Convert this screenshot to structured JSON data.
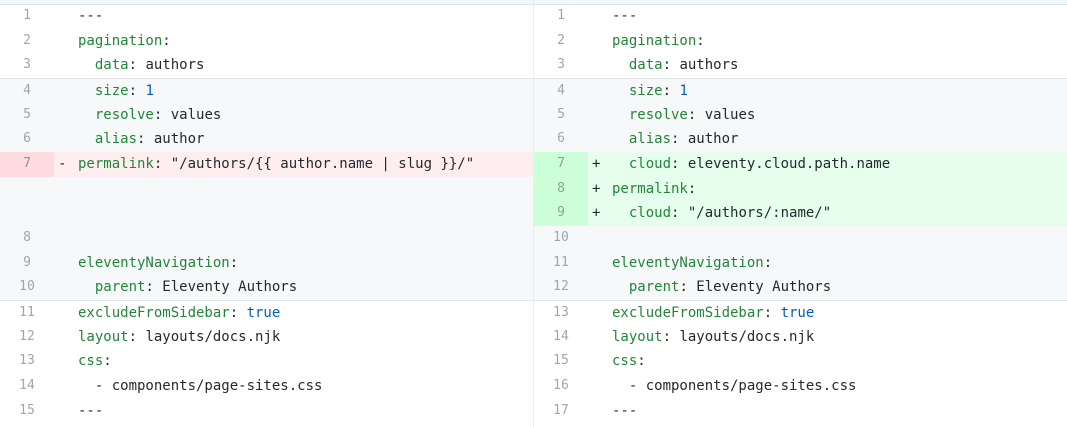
{
  "diff": {
    "left": [
      {
        "ln": "1",
        "marker": "",
        "type": "ctx",
        "indent": "",
        "key": "",
        "sep": "",
        "val": "---",
        "valtype": "v"
      },
      {
        "ln": "2",
        "marker": "",
        "type": "ctx",
        "indent": "",
        "key": "pagination",
        "sep": ":",
        "val": "",
        "valtype": "v"
      },
      {
        "ln": "3",
        "marker": "",
        "type": "ctx",
        "indent": "  ",
        "key": "data",
        "sep": ": ",
        "val": "authors",
        "valtype": "v"
      },
      {
        "ln": "4",
        "marker": "",
        "type": "ctx",
        "indent": "  ",
        "key": "size",
        "sep": ": ",
        "val": "1",
        "valtype": "n"
      },
      {
        "ln": "5",
        "marker": "",
        "type": "ctx",
        "indent": "  ",
        "key": "resolve",
        "sep": ": ",
        "val": "values",
        "valtype": "v"
      },
      {
        "ln": "6",
        "marker": "",
        "type": "ctx",
        "indent": "  ",
        "key": "alias",
        "sep": ": ",
        "val": "author",
        "valtype": "v"
      },
      {
        "ln": "7",
        "marker": "-",
        "type": "del",
        "indent": "",
        "key": "permalink",
        "sep": ": ",
        "val": "\"/authors/{{ author.name | slug }}/\"",
        "valtype": "v"
      },
      {
        "ln": "",
        "marker": "",
        "type": "gap",
        "indent": "",
        "key": "",
        "sep": "",
        "val": "",
        "valtype": "v"
      },
      {
        "ln": "",
        "marker": "",
        "type": "gap",
        "indent": "",
        "key": "",
        "sep": "",
        "val": "",
        "valtype": "v"
      },
      {
        "ln": "8",
        "marker": "",
        "type": "ctx",
        "indent": "",
        "key": "",
        "sep": "",
        "val": "",
        "valtype": "v"
      },
      {
        "ln": "9",
        "marker": "",
        "type": "ctx",
        "indent": "",
        "key": "eleventyNavigation",
        "sep": ":",
        "val": "",
        "valtype": "v"
      },
      {
        "ln": "10",
        "marker": "",
        "type": "ctx",
        "indent": "  ",
        "key": "parent",
        "sep": ": ",
        "val": "Eleventy Authors",
        "valtype": "v"
      },
      {
        "ln": "11",
        "marker": "",
        "type": "ctx",
        "indent": "",
        "key": "excludeFromSidebar",
        "sep": ": ",
        "val": "true",
        "valtype": "n"
      },
      {
        "ln": "12",
        "marker": "",
        "type": "ctx",
        "indent": "",
        "key": "layout",
        "sep": ": ",
        "val": "layouts/docs.njk",
        "valtype": "v"
      },
      {
        "ln": "13",
        "marker": "",
        "type": "ctx",
        "indent": "",
        "key": "css",
        "sep": ":",
        "val": "",
        "valtype": "v"
      },
      {
        "ln": "14",
        "marker": "",
        "type": "ctx",
        "indent": "  ",
        "key": "",
        "sep": "",
        "val": "- components/page-sites.css",
        "valtype": "v"
      },
      {
        "ln": "15",
        "marker": "",
        "type": "ctx",
        "indent": "",
        "key": "",
        "sep": "",
        "val": "---",
        "valtype": "v"
      }
    ],
    "right": [
      {
        "ln": "1",
        "marker": "",
        "type": "ctx",
        "indent": "",
        "key": "",
        "sep": "",
        "val": "---",
        "valtype": "v"
      },
      {
        "ln": "2",
        "marker": "",
        "type": "ctx",
        "indent": "",
        "key": "pagination",
        "sep": ":",
        "val": "",
        "valtype": "v"
      },
      {
        "ln": "3",
        "marker": "",
        "type": "ctx",
        "indent": "  ",
        "key": "data",
        "sep": ": ",
        "val": "authors",
        "valtype": "v"
      },
      {
        "ln": "4",
        "marker": "",
        "type": "ctx",
        "indent": "  ",
        "key": "size",
        "sep": ": ",
        "val": "1",
        "valtype": "n"
      },
      {
        "ln": "5",
        "marker": "",
        "type": "ctx",
        "indent": "  ",
        "key": "resolve",
        "sep": ": ",
        "val": "values",
        "valtype": "v"
      },
      {
        "ln": "6",
        "marker": "",
        "type": "ctx",
        "indent": "  ",
        "key": "alias",
        "sep": ": ",
        "val": "author",
        "valtype": "v"
      },
      {
        "ln": "7",
        "marker": "+",
        "type": "add",
        "indent": "  ",
        "key": "cloud",
        "sep": ": ",
        "val": "eleventy.cloud.path.name",
        "valtype": "v"
      },
      {
        "ln": "8",
        "marker": "+",
        "type": "add",
        "indent": "",
        "key": "permalink",
        "sep": ":",
        "val": "",
        "valtype": "v"
      },
      {
        "ln": "9",
        "marker": "+",
        "type": "add",
        "indent": "  ",
        "key": "cloud",
        "sep": ": ",
        "val": "\"/authors/:name/\"",
        "valtype": "v"
      },
      {
        "ln": "10",
        "marker": "",
        "type": "ctx",
        "indent": "",
        "key": "",
        "sep": "",
        "val": "",
        "valtype": "v"
      },
      {
        "ln": "11",
        "marker": "",
        "type": "ctx",
        "indent": "",
        "key": "eleventyNavigation",
        "sep": ":",
        "val": "",
        "valtype": "v"
      },
      {
        "ln": "12",
        "marker": "",
        "type": "ctx",
        "indent": "  ",
        "key": "parent",
        "sep": ": ",
        "val": "Eleventy Authors",
        "valtype": "v"
      },
      {
        "ln": "13",
        "marker": "",
        "type": "ctx",
        "indent": "",
        "key": "excludeFromSidebar",
        "sep": ": ",
        "val": "true",
        "valtype": "n"
      },
      {
        "ln": "14",
        "marker": "",
        "type": "ctx",
        "indent": "",
        "key": "layout",
        "sep": ": ",
        "val": "layouts/docs.njk",
        "valtype": "v"
      },
      {
        "ln": "15",
        "marker": "",
        "type": "ctx",
        "indent": "",
        "key": "css",
        "sep": ":",
        "val": "",
        "valtype": "v"
      },
      {
        "ln": "16",
        "marker": "",
        "type": "ctx",
        "indent": "  ",
        "key": "",
        "sep": "",
        "val": "- components/page-sites.css",
        "valtype": "v"
      },
      {
        "ln": "17",
        "marker": "",
        "type": "ctx",
        "indent": "",
        "key": "",
        "sep": "",
        "val": "---",
        "valtype": "v"
      }
    ]
  },
  "colors": {
    "key": "#22863a",
    "number": "#005cc5",
    "deleted_bg": "#ffeef0",
    "added_bg": "#e6ffed"
  }
}
